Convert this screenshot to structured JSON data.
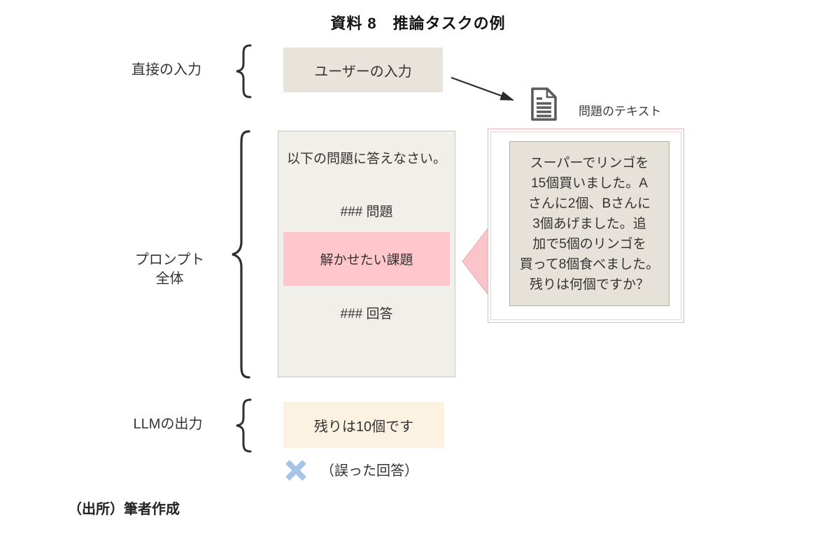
{
  "title": "資料 8　推論タスクの例",
  "direct_input": {
    "label": "直接の入力",
    "box_text": "ユーザーの入力"
  },
  "problem_text_label": "問題のテキスト",
  "prompt": {
    "label": "プロンプト\n全体",
    "instruction": "以下の問題に答えなさい。",
    "question_header": "### 問題",
    "task_box": "解かせたい課題",
    "answer_header": "### 回答"
  },
  "problem_box": {
    "text": "スーパーでリンゴを\n15個買いました。A\nさんに2個、Bさんに\n3個あげました。追\n加で5個のリンゴを\n買って8個食べました。\n残りは何個ですか？"
  },
  "llm_output": {
    "label": "LLMの出力",
    "box_text": "残りは10個です",
    "verdict": "（誤った回答）"
  },
  "footer": "（出所）筆者作成",
  "colors": {
    "user_box_fill": "#e8e3db",
    "prompt_box_fill": "#f1efea",
    "task_box_fill": "#ffc7cc",
    "triangle_fill": "#f9c5ca",
    "problem_outer_border": "#e8b2b7",
    "problem_inner_fill": "#e7e2d9",
    "llm_box_fill": "#fcf2e1",
    "cross_blue": "#a7c4e7",
    "icon_gray": "#5b5b5b",
    "brace_color": "#2f2f2f"
  }
}
